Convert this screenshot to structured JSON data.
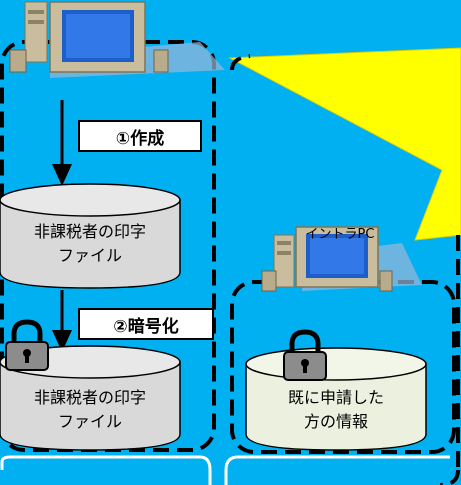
{
  "steps": {
    "step1": "①作成",
    "step2": "②暗号化"
  },
  "cylinders": {
    "file_top": [
      "非課税者の印字",
      "ファイル"
    ],
    "file_bottom": [
      "非課税者の印字",
      "ファイル"
    ],
    "info": [
      "既に申請した",
      "方の情報"
    ]
  },
  "intra_pc_label": "イントラPC",
  "colors": {
    "background": "#00b0f0",
    "cylinder_gray": "#d9d9d9",
    "cylinder_green": "#ebf1de",
    "callout": "#ffff00",
    "dash": "#000000"
  },
  "icons": [
    "computer-icon",
    "lock-icon",
    "down-arrow-icon"
  ]
}
